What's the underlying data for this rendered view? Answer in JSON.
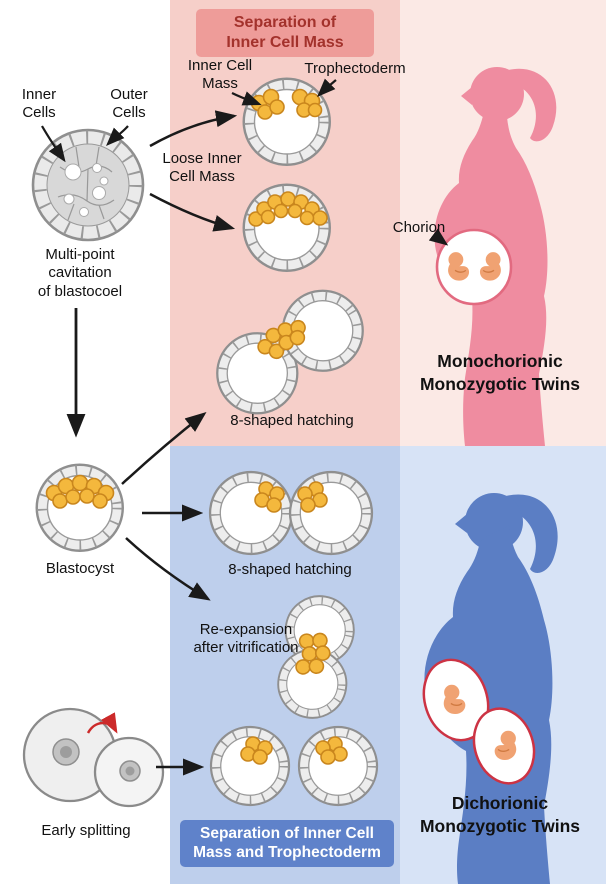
{
  "figure": {
    "left_column": {
      "inner_cells_lines": [
        "Inner",
        "Cells"
      ],
      "outer_cells_lines": [
        "Outer",
        "Cells"
      ],
      "multipoint_lines": [
        "Multi-point",
        "cavitation",
        "of blastocoel"
      ],
      "blastocyst": "Blastocyst",
      "early_splitting": "Early splitting"
    },
    "icm_separation_panel": {
      "banner_lines": [
        "Separation of",
        "Inner Cell Mass"
      ],
      "inner_cell_mass_lines": [
        "Inner Cell",
        "Mass"
      ],
      "trophectoderm": "Trophectoderm",
      "loose_icm_lines": [
        "Loose Inner",
        "Cell Mass"
      ],
      "hatching": "8-shaped hatching"
    },
    "monochorionic_panel": {
      "chorion": "Chorion",
      "title_lines": [
        "Monochorionic",
        "Monozygotic Twins"
      ]
    },
    "icm_te_separation_panel": {
      "hatching": "8-shaped hatching",
      "reexpansion_lines": [
        "Re-expansion",
        "after vitrification"
      ],
      "banner_lines": [
        "Separation of Inner Cell",
        "Mass and Trophectoderm"
      ]
    },
    "dichorionic_panel": {
      "title_lines": [
        "Dichorionic",
        "Monozygotic Twins"
      ]
    }
  },
  "colors": {
    "icm_separation_bg": "#f6cfc9",
    "monochorionic_bg": "#fbe9e5",
    "icm_te_separation_bg": "#becfec",
    "dichorionic_bg": "#d7e3f6",
    "pink_banner_bg": "#ee9c99",
    "pink_banner_text": "#a3322c",
    "blue_banner_bg": "#5f82ca",
    "blue_banner_text": "#ffffff",
    "woman_pink": "#ef8ca0",
    "woman_blue": "#5b7ec4",
    "inner_cell_mass_yellow": "#f4b83d",
    "trophectoderm_gray": "#9a9a9a",
    "fetus_orange": "#f0a272",
    "chorion_outline_pink": "#e26a80",
    "sac_outline_red": "#cc3344",
    "splitting_arrow_red": "#cc2a2a"
  }
}
